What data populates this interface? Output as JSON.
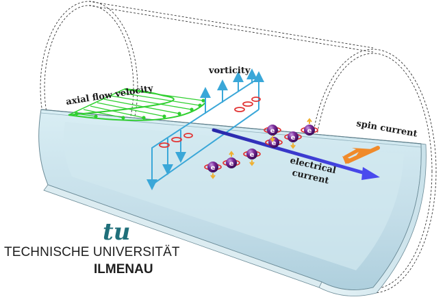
{
  "diagram": {
    "labels": {
      "vorticity": "vorticity",
      "axial_flow_velocity": "axial flow velocity",
      "spin_current": "spin current",
      "electrical_current_line1": "electrical",
      "electrical_current_line2": "current"
    },
    "electron_symbol": "e",
    "electron_count": 7,
    "colors": {
      "flow_profile": "#2fcf2f",
      "vorticity": "#3aa7d8",
      "electrical_current": "#2e2ed8",
      "spin_current_arrow": "#f08a2a",
      "electron": "#6a1f86",
      "spin_rotation": "#e23535",
      "channel_fill": "#cfe6ee"
    }
  },
  "logo": {
    "monogram": "tu",
    "monogram_color": "#1f6f7a",
    "university_line1": "TECHNISCHE UNIVERSITÄT",
    "university_line2": "ILMENAU"
  }
}
